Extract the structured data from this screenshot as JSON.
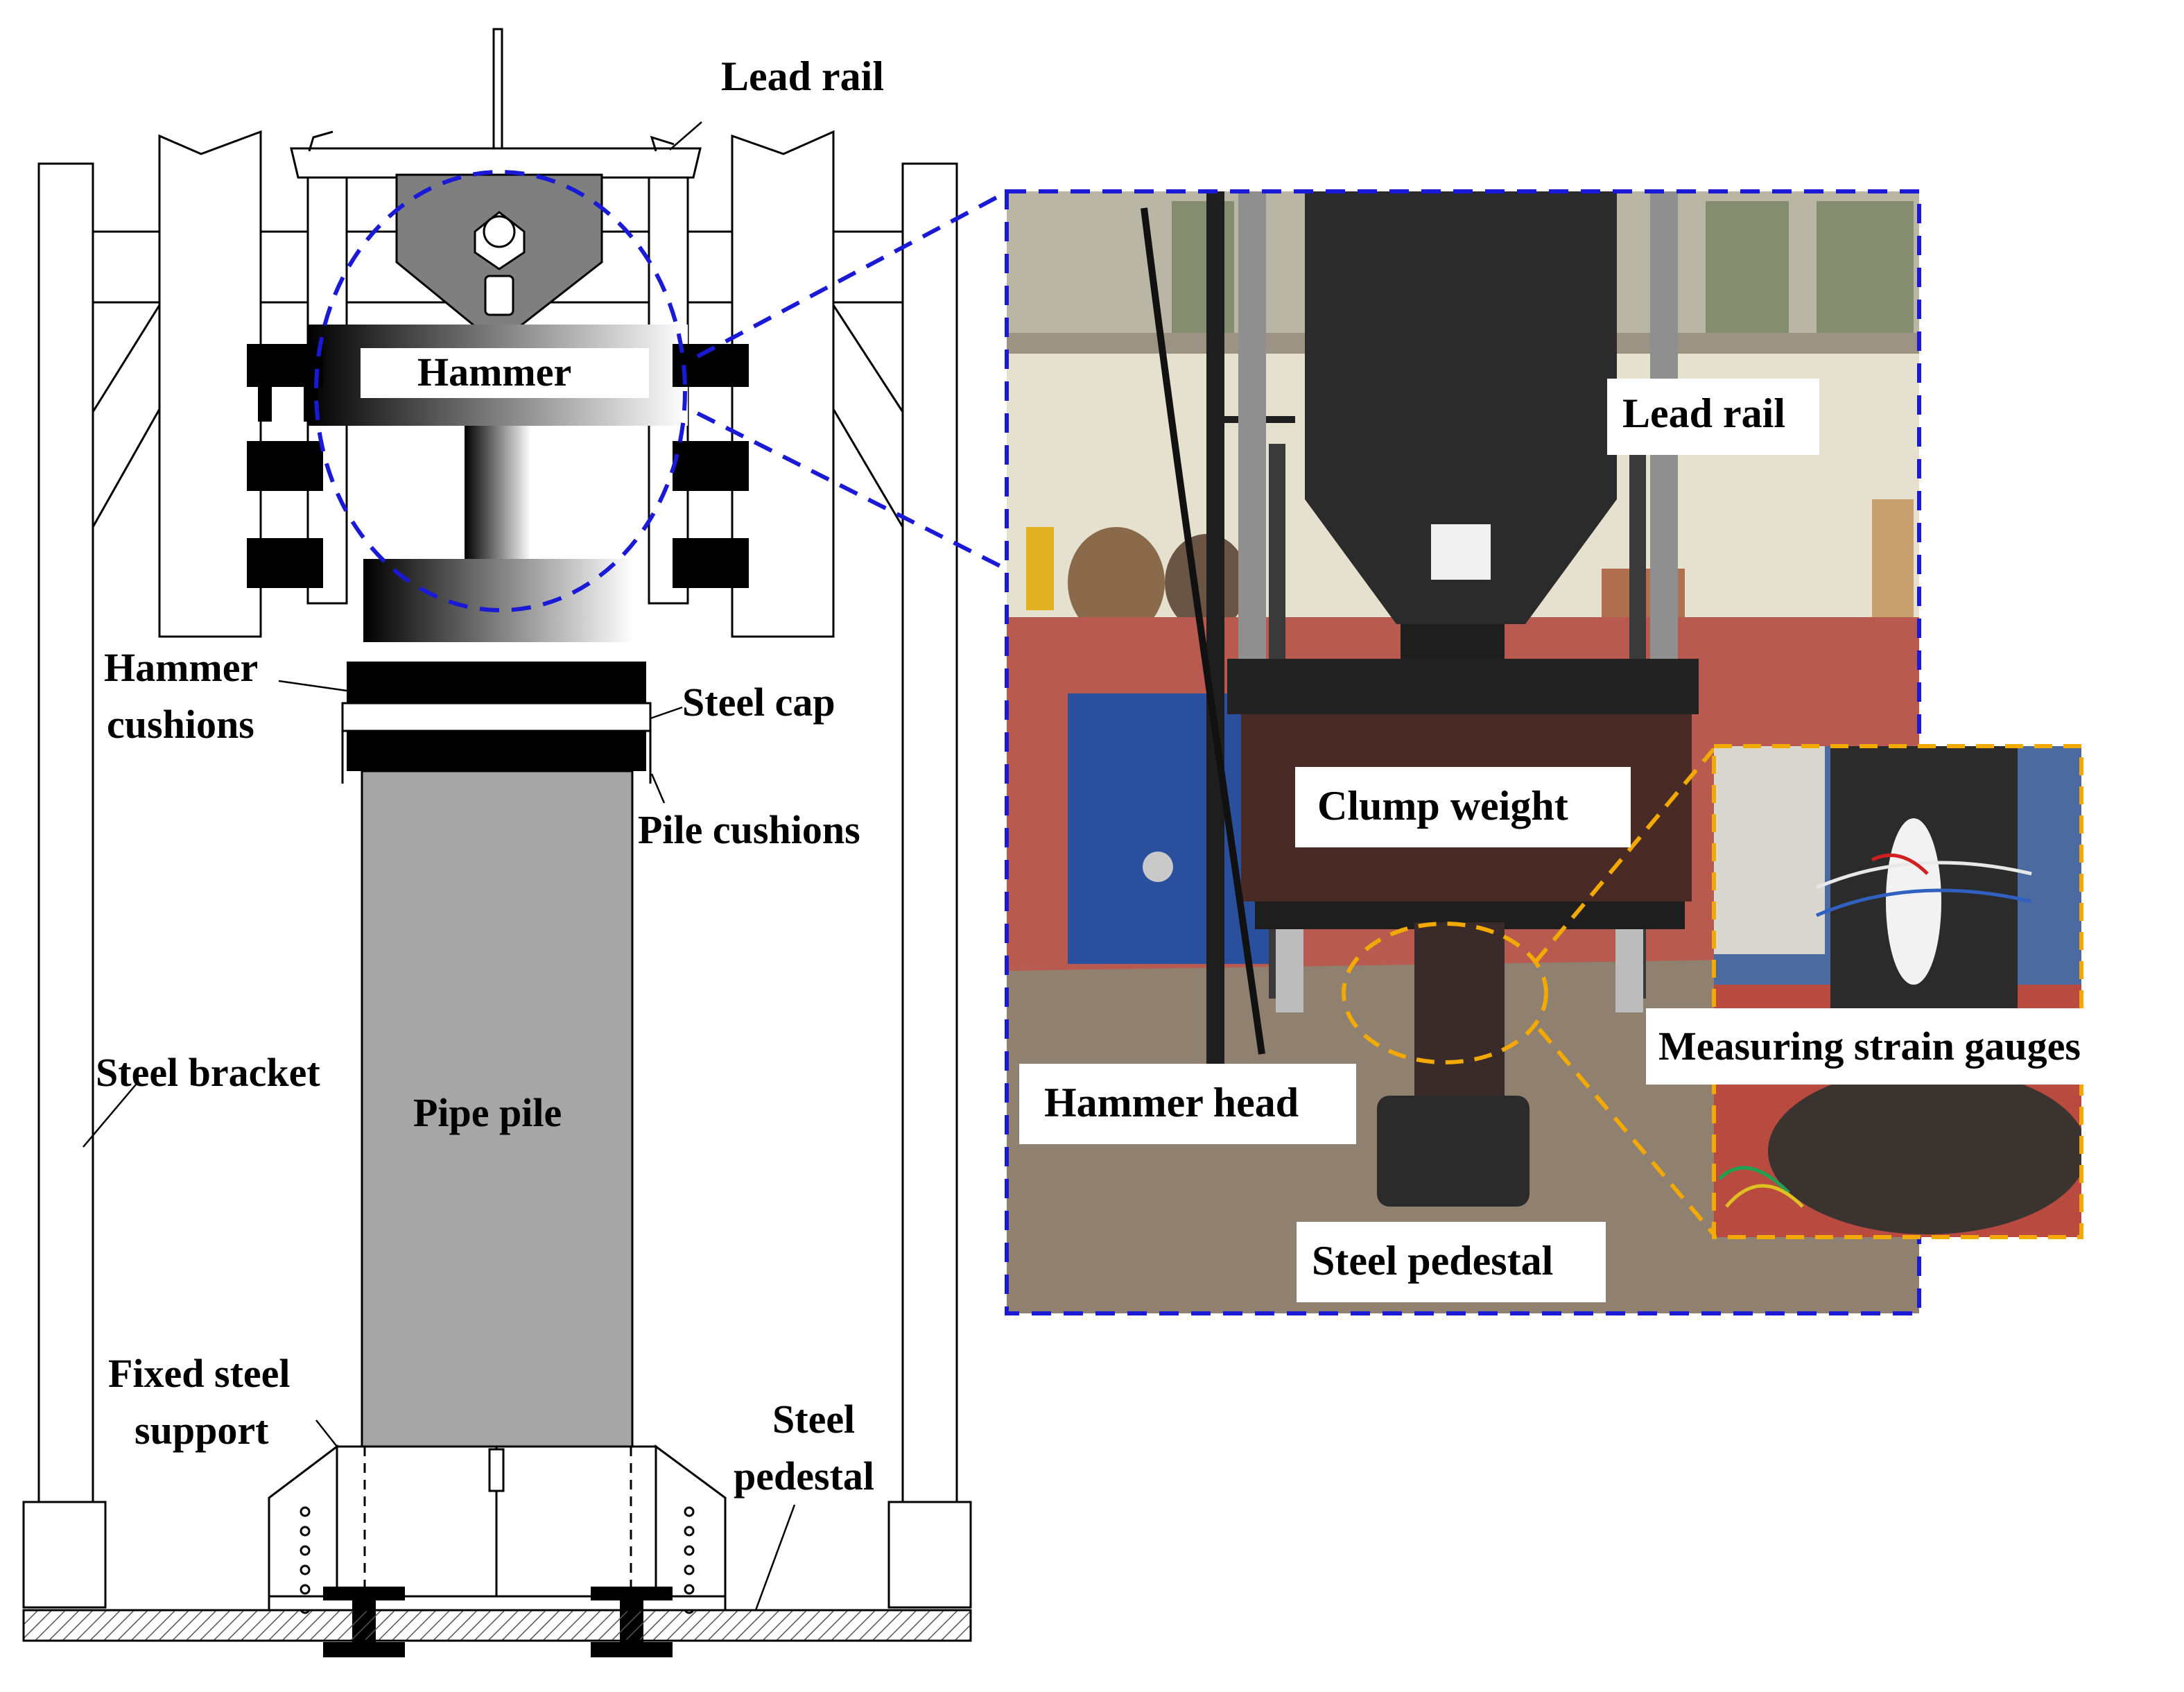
{
  "schematic": {
    "labels": {
      "lead_rail": "Lead rail",
      "hammer": "Hammer",
      "hammer_cushions_1": "Hammer",
      "hammer_cushions_2": "cushions",
      "steel_cap": "Steel cap",
      "pile_cushions": "Pile cushions",
      "steel_bracket": "Steel bracket",
      "pipe_pile": "Pipe pile",
      "fixed_support_1": "Fixed steel",
      "fixed_support_2": "support",
      "steel_pedestal_1": "Steel",
      "steel_pedestal_2": "pedestal"
    }
  },
  "photo": {
    "labels": {
      "lead_rail": "Lead rail",
      "clump_weight": "Clump weight",
      "hammer_head": "Hammer head",
      "steel_pedestal": "Steel pedestal",
      "strain_gauges": "Measuring strain gauges"
    },
    "colors": {
      "zoom_blue": "#1a1ad6",
      "zoom_orange": "#f2a900",
      "floor_red": "#b85a50",
      "frame_blue": "#2a4f9c",
      "steel_dark": "#2b2b2b"
    }
  }
}
